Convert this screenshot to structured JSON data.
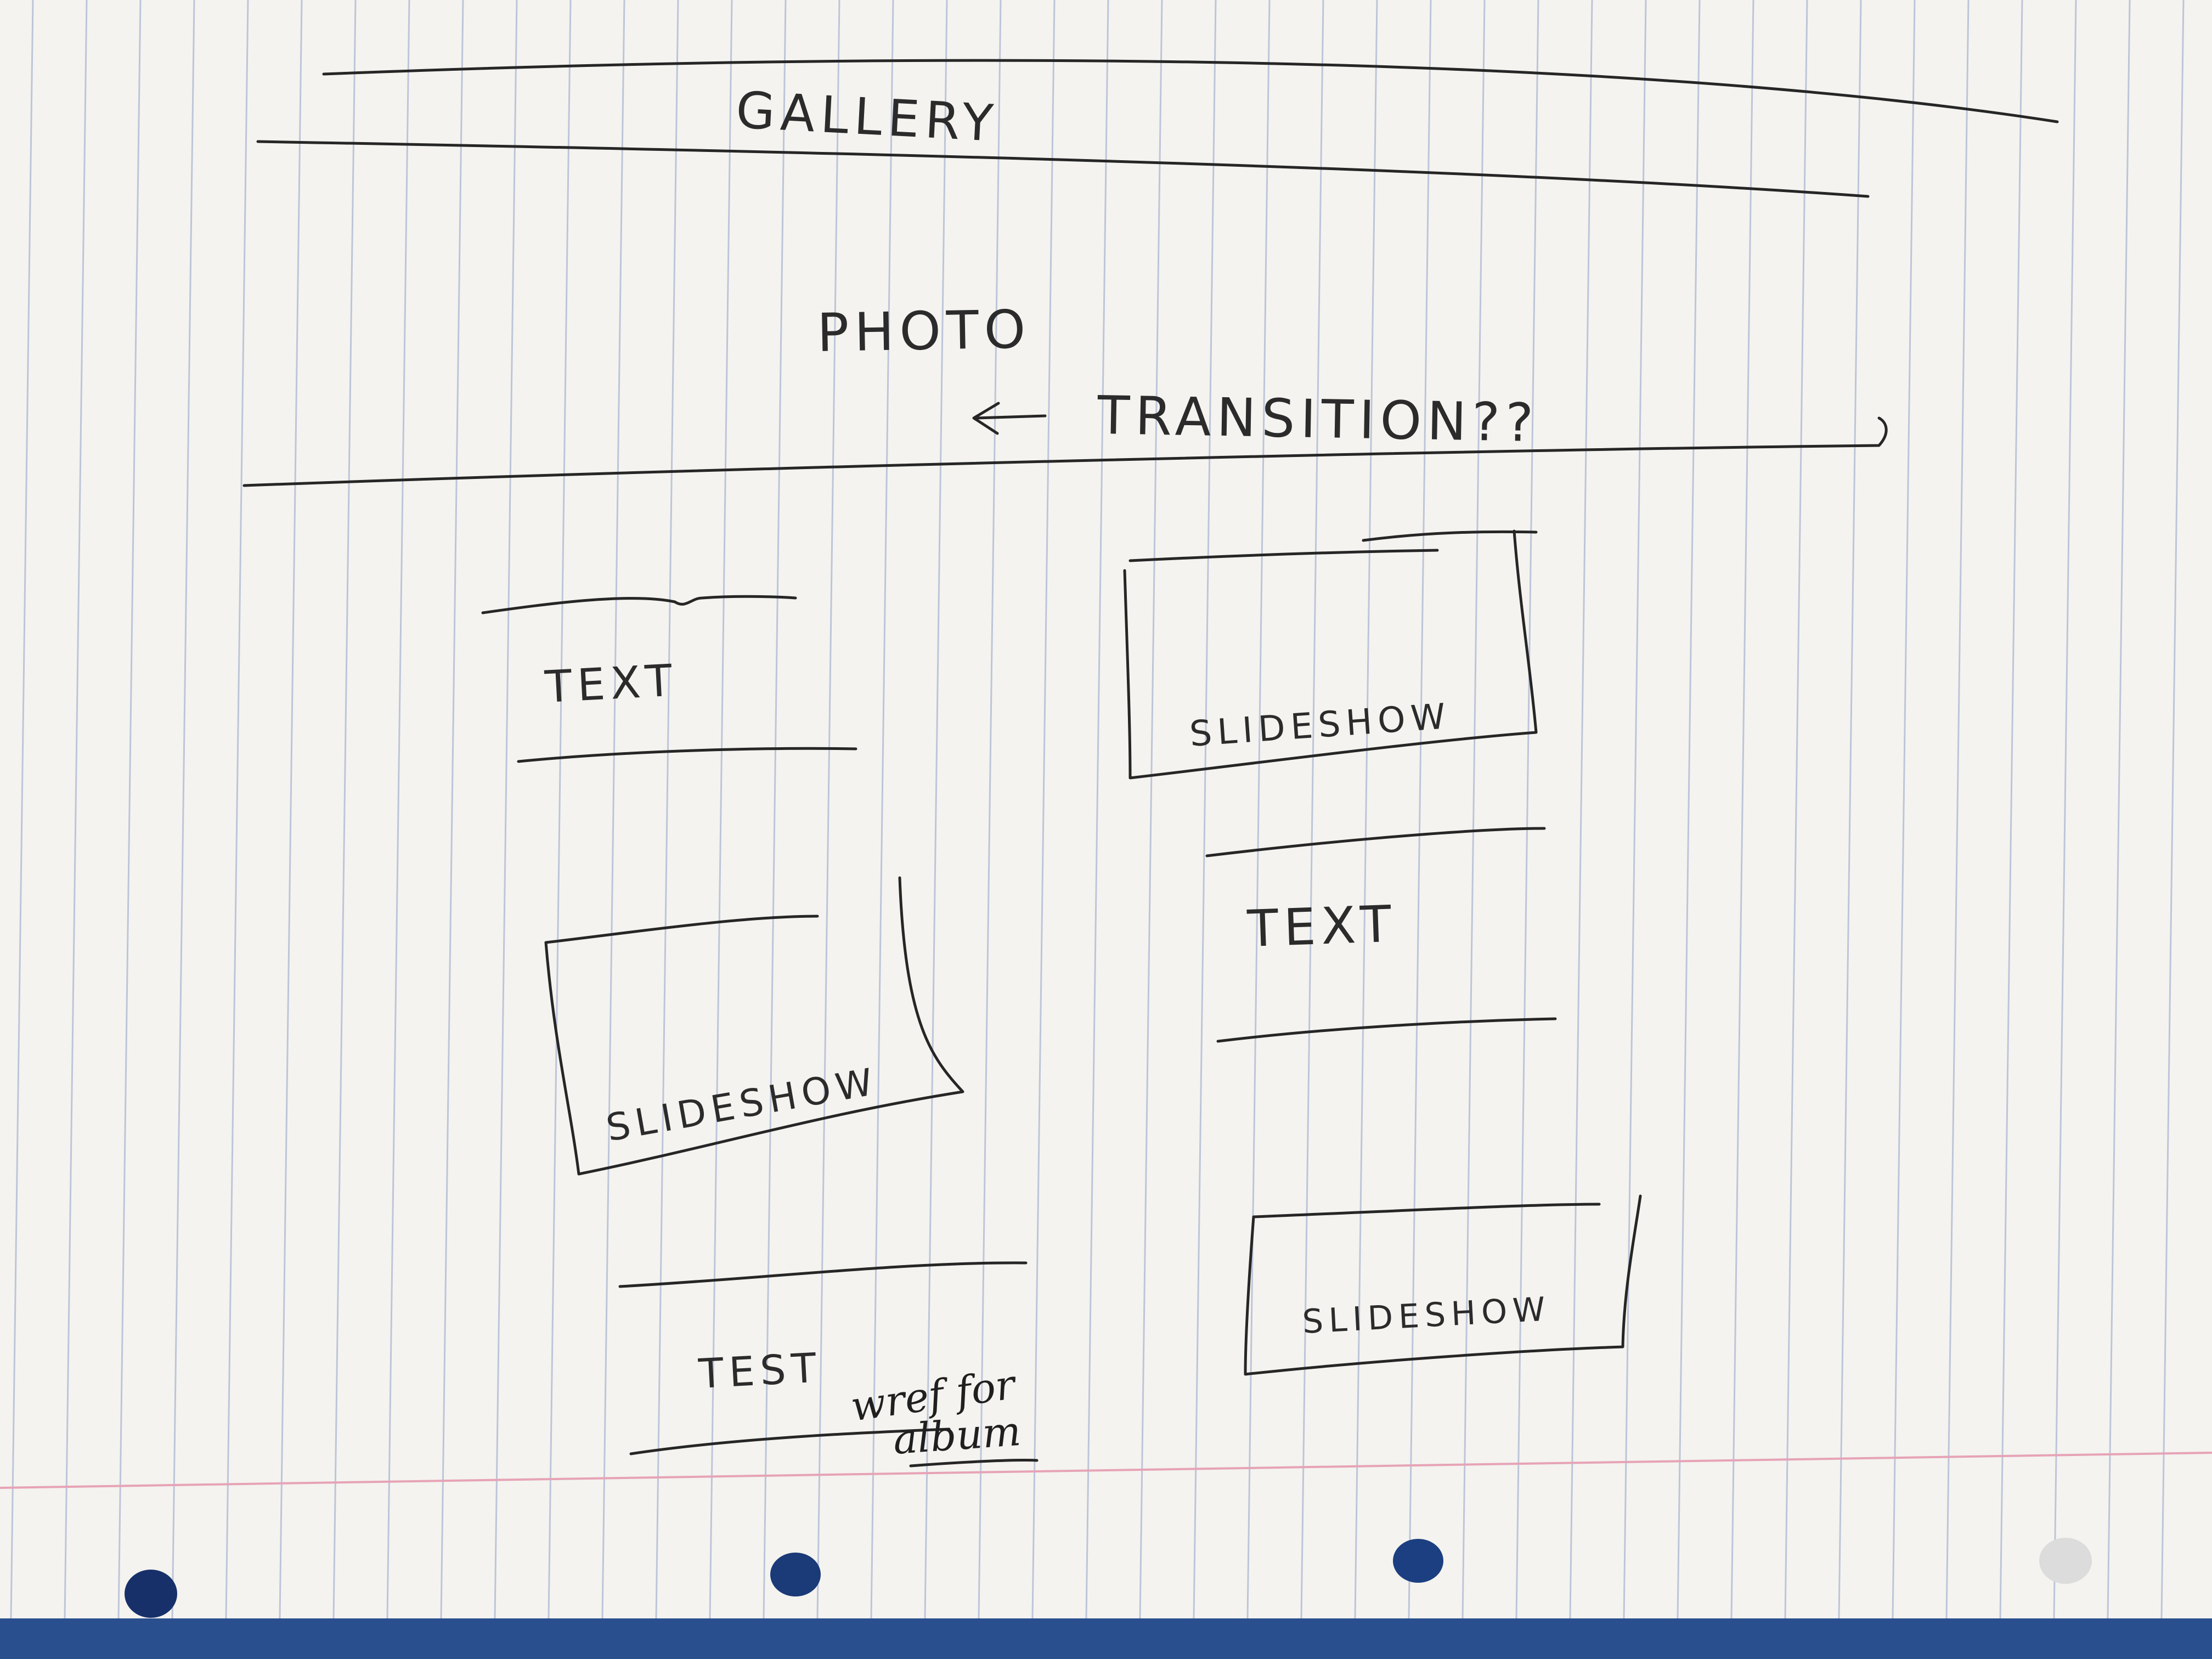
{
  "page_header": {
    "title": "GALLERY"
  },
  "hero": {
    "photo_label": "PHOTO",
    "transition_note": "TRANSITION??"
  },
  "left_column": {
    "text_block_1": "TEXT",
    "slideshow_1": "SLIDESHOW",
    "text_block_2": "TEST",
    "annotation_line_1": "wref for",
    "annotation_line_2": "album"
  },
  "right_column": {
    "slideshow_1": "SLIDESHOW",
    "text_block_1": "TEXT",
    "slideshow_2": "SLIDESHOW"
  },
  "colors": {
    "paper": "#f4f3ef",
    "rule_lines": "#b9c3d8",
    "margin_line": "#e7a3b6",
    "ink": "#262626",
    "punch_hole": "#1d3f7a"
  }
}
